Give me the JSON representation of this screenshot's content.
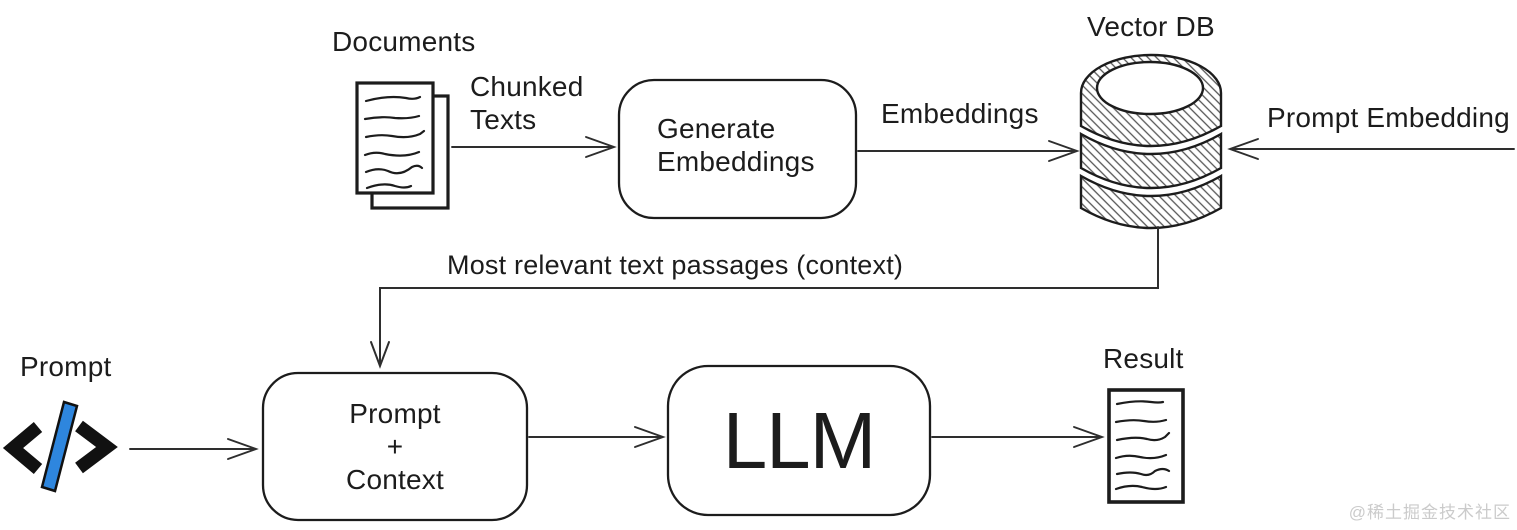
{
  "diagram": {
    "title_context": "RAG pipeline diagram",
    "nodes": {
      "documents": {
        "label": "Documents",
        "icon": "document-stack-icon"
      },
      "generate_embeddings": {
        "label": "Generate\nEmbeddings"
      },
      "vector_db": {
        "label": "Vector DB",
        "icon": "database-cylinder-icon"
      },
      "prompt": {
        "label": "Prompt",
        "icon": "code-slash-icon"
      },
      "prompt_context": {
        "label": "Prompt\n+\nContext"
      },
      "llm": {
        "label": "LLM"
      },
      "result": {
        "label": "Result",
        "icon": "document-icon"
      }
    },
    "edges": {
      "chunked_texts": {
        "label": "Chunked\nTexts"
      },
      "embeddings": {
        "label": "Embeddings"
      },
      "prompt_embedding": {
        "label": "Prompt Embedding"
      },
      "context": {
        "label": "Most relevant text passages (context)"
      }
    },
    "colors": {
      "stroke": "#1c1c1c",
      "slash_blue": "#2E86DE",
      "hatch_gray": "#555555",
      "watermark_gray": "#cbcbcb"
    }
  },
  "watermark": {
    "text": "@稀土掘金技术社区"
  }
}
